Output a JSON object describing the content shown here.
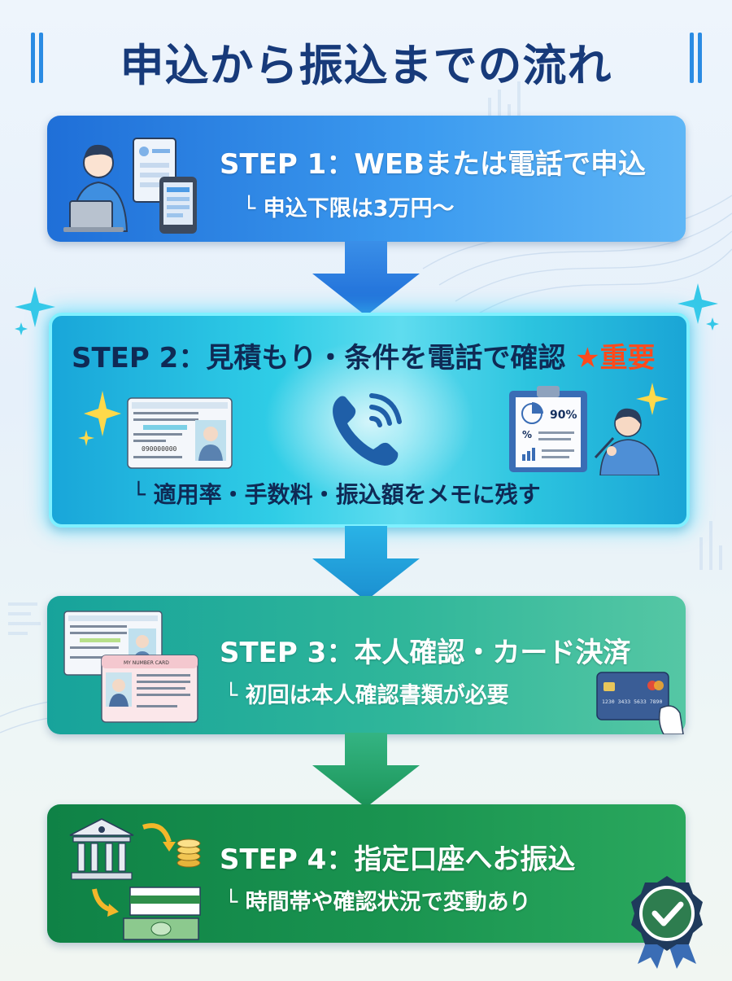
{
  "title": "申込から振込までの流れ",
  "steps": [
    {
      "title": "STEP 1：WEBまたは電話で申込",
      "sub": "└ 申込下限は3万円～",
      "icons": [
        "person-laptop-icon",
        "web-form-icon",
        "smartphone-icon"
      ],
      "color": "#2a86e4"
    },
    {
      "title": "STEP 2：見積もり・条件を電話で確認",
      "badge": "★重要",
      "sub": "└ 適用率・手数料・振込額をメモに残す",
      "card_text": "090000000",
      "clipboard_percent": "90%",
      "icons": [
        "id-card-icon",
        "phone-icon",
        "clipboard-icon",
        "person-writing-icon",
        "sparkle-icon"
      ],
      "color": "#2fcbe4",
      "badge_color": "#ff4a1c"
    },
    {
      "title": "STEP 3：本人確認・カード決済",
      "sub": "└ 初回は本人確認書類が必要",
      "mynumber_card_text": "MY NUMBER CARD",
      "credit_card_number": "1230 3433 5633 7890",
      "icons": [
        "id-card-icon",
        "my-number-card-icon",
        "credit-card-icon"
      ],
      "color": "#2db39a"
    },
    {
      "title": "STEP 4：指定口座へお振込",
      "sub": "└ 時間帯や確認状況で変動あり",
      "icons": [
        "bank-icon",
        "coins-icon",
        "banknote-icon",
        "check-badge-icon"
      ],
      "color": "#16904c"
    }
  ]
}
